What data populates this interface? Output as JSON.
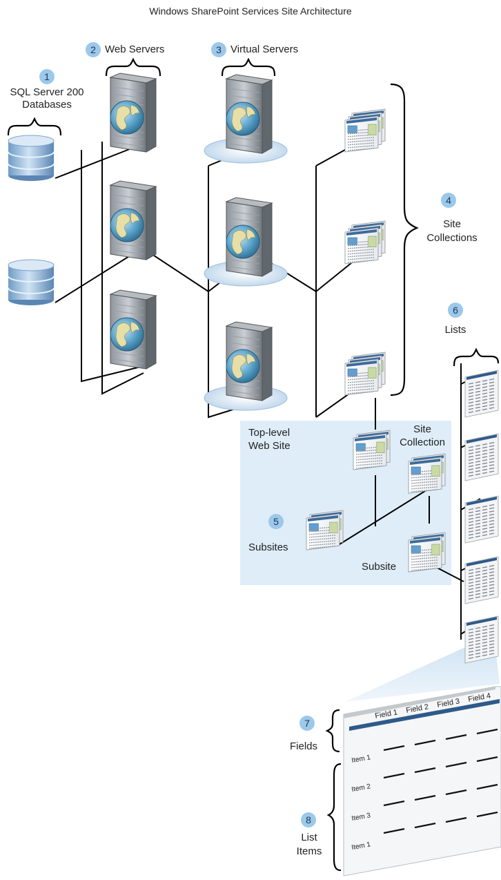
{
  "title": "Windows SharePoint Services Site Architecture",
  "callouts": {
    "databases": {
      "number": "1",
      "label_line1": "SQL Server 200",
      "label_line2": "Databases"
    },
    "web_servers": {
      "number": "2",
      "label": "Web Servers"
    },
    "virtual_servers": {
      "number": "3",
      "label": "Virtual Servers"
    },
    "site_collections": {
      "number": "4",
      "label_line1": "Site",
      "label_line2": "Collections"
    },
    "subsites": {
      "number": "5",
      "label": "Subsites"
    },
    "lists": {
      "number": "6",
      "label": "Lists"
    },
    "fields": {
      "number": "7",
      "label": "Fields"
    },
    "list_items": {
      "number": "8",
      "label_line1": "List",
      "label_line2": "Items"
    }
  },
  "detail_labels": {
    "top_level_line1": "Top-level",
    "top_level_line2": "Web Site",
    "site_collection_line1": "Site",
    "site_collection_line2": "Collection",
    "subsite": "Subsite"
  },
  "list_table": {
    "field_headers": [
      "Field 1",
      "Field 2",
      "Field 3",
      "Field 4"
    ],
    "item_labels": [
      "Item 1",
      "Item 2",
      "Item 3",
      "Item 1"
    ]
  },
  "colors": {
    "badge": "#9cc8ea",
    "highlight_area": "#deedf8",
    "list_header": "#2e5a8a",
    "connector": "#000000"
  }
}
